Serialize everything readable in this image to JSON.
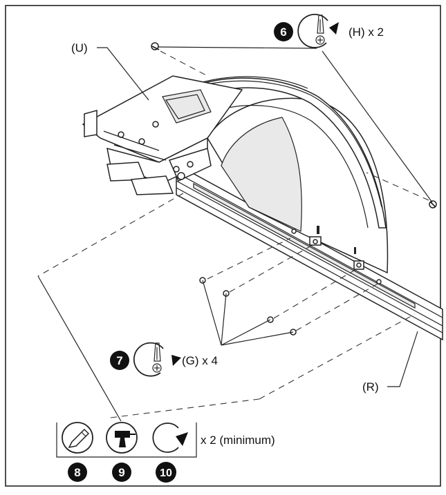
{
  "labels": {
    "u": "(U)",
    "r": "(R)"
  },
  "steps": {
    "six": {
      "number": "6",
      "text": "(H) x 2",
      "icon": "screwdriver-clockwise-icon"
    },
    "seven": {
      "number": "7",
      "text": "(G) x 4",
      "icon": "screwdriver-clockwise-icon"
    },
    "eight": {
      "number": "8",
      "icon": "pencil-icon"
    },
    "nine": {
      "number": "9",
      "icon": "drill-icon"
    },
    "ten": {
      "number": "10",
      "icon": "rotate-clockwise-icon"
    },
    "group_text": "x 2 (minimum)"
  },
  "colors": {
    "ink": "#111111",
    "frame": "#222222"
  }
}
